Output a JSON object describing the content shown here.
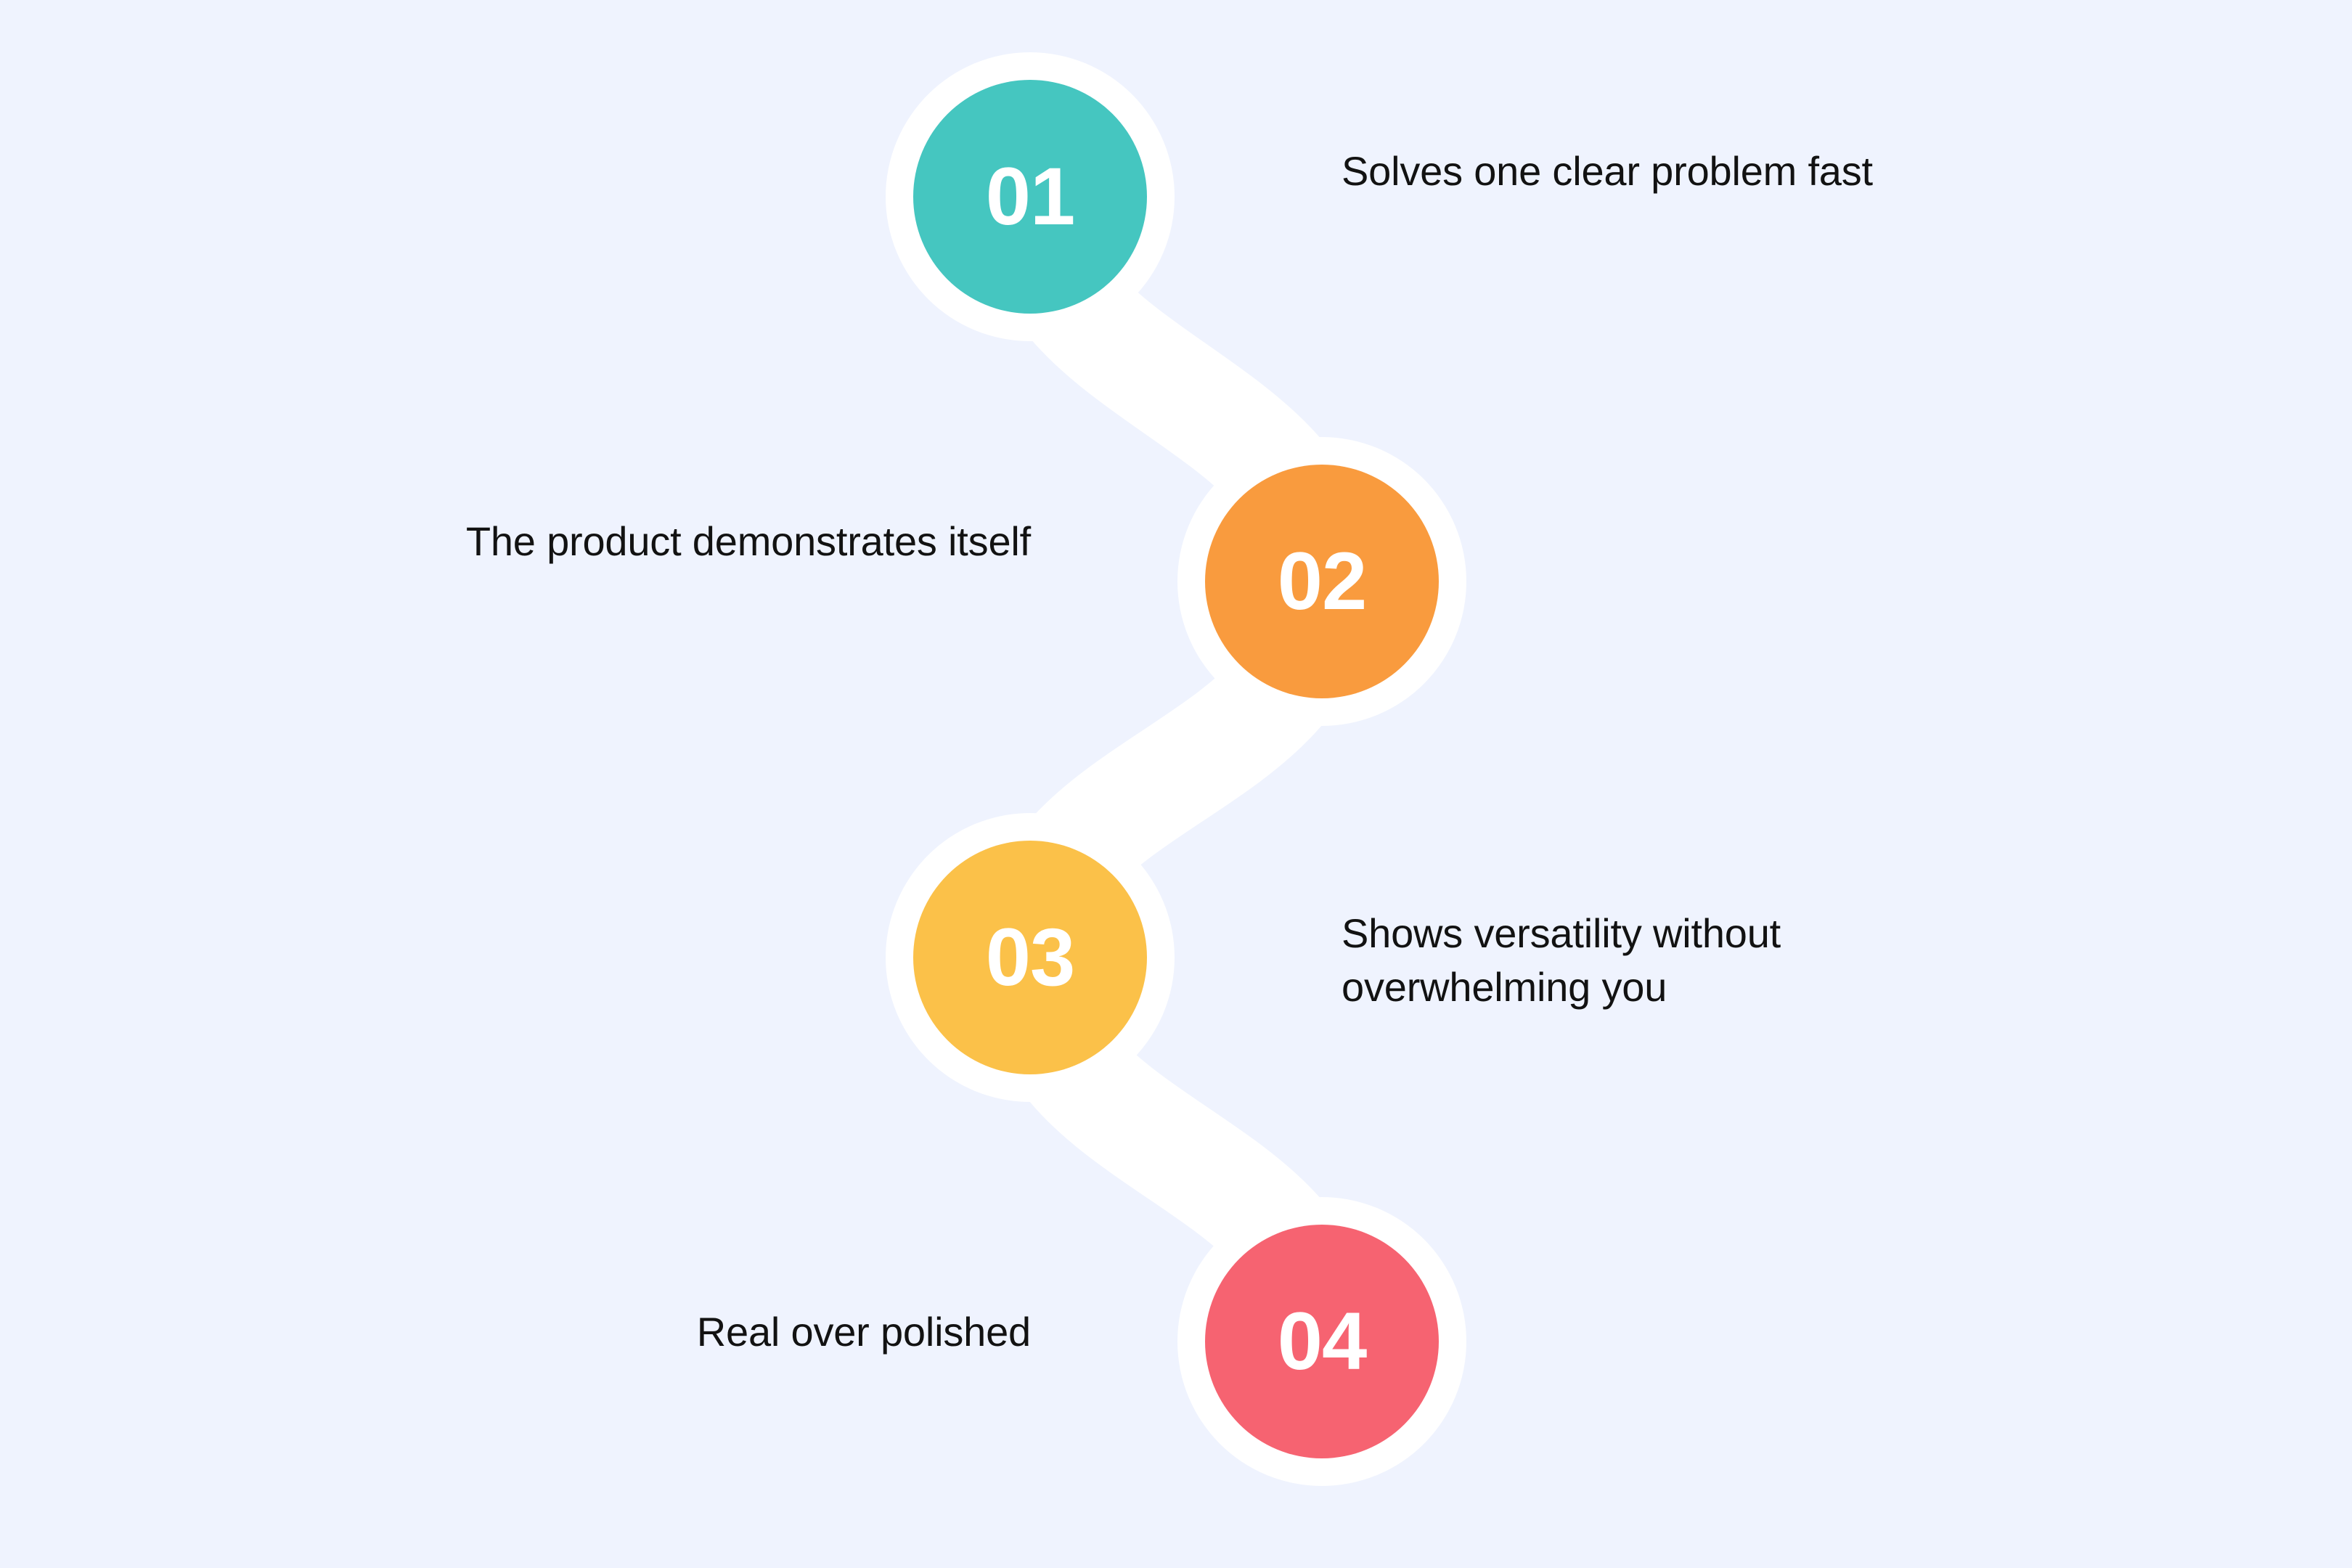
{
  "theme": {
    "background_color": "#eff3fe",
    "ribbon_color": "#ffffff",
    "text_color": "#121212",
    "number_color": "#ffffff"
  },
  "steps": [
    {
      "number": "01",
      "label": "Solves one clear problem fast",
      "color": "#45c6c0",
      "color_name": "teal",
      "label_side": "right"
    },
    {
      "number": "02",
      "label": "The product demonstrates itself",
      "color": "#f99b3e",
      "color_name": "orange",
      "label_side": "left"
    },
    {
      "number": "03",
      "label": "Shows versatility without\noverwhelming you",
      "color": "#fbc149",
      "color_name": "yellow",
      "label_side": "right"
    },
    {
      "number": "04",
      "label": "Real over polished",
      "color": "#f66371",
      "color_name": "coral",
      "label_side": "left"
    }
  ]
}
